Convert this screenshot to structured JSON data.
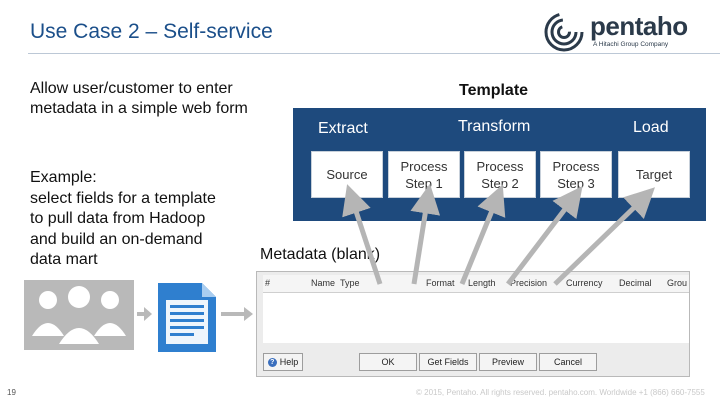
{
  "slide": {
    "title": "Use Case 2 – Self-service",
    "page_number": "19",
    "footer": "© 2015, Pentaho. All rights reserved. pentaho.com. Worldwide +1 (866) 660-7555"
  },
  "logo": {
    "word": "pentaho",
    "sub": "A Hitachi Group Company"
  },
  "body": {
    "intro": "Allow user/customer to enter metadata in a simple web form",
    "example_lines": [
      "Example:",
      "select fields for a template",
      "to pull data from Hadoop",
      "and build an on-demand",
      "data mart"
    ]
  },
  "template": {
    "title": "Template",
    "headers": {
      "extract": "Extract",
      "transform": "Transform",
      "load": "Load"
    },
    "steps": {
      "source": "Source",
      "step1": [
        "Process",
        "Step 1"
      ],
      "step2": [
        "Process",
        "Step 2"
      ],
      "step3": [
        "Process",
        "Step 3"
      ],
      "target": "Target"
    }
  },
  "metadata": {
    "label": "Metadata (blank)",
    "columns": [
      "#",
      "Name",
      "Type",
      "Format",
      "Length",
      "Precision",
      "Currency",
      "Decimal",
      "Grou"
    ],
    "buttons": {
      "help": "Help",
      "ok": "OK",
      "get_fields": "Get Fields",
      "preview": "Preview",
      "cancel": "Cancel"
    }
  },
  "colors": {
    "title": "#1b4f8a",
    "panel": "#1e4a7d",
    "arrow": "#b5b5b5",
    "icon_gray": "#b9b9b9",
    "doc_blue": "#2f7fcf"
  }
}
